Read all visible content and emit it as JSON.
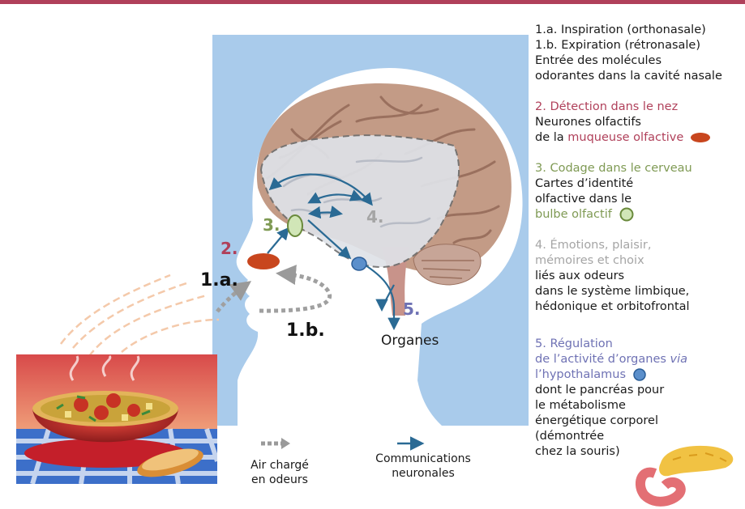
{
  "diagram": {
    "labels": {
      "step_1a": "1.a.",
      "step_1b": "1.b.",
      "step_2": "2.",
      "step_3": "3.",
      "step_4": "4.",
      "step_5": "5.",
      "organs": "Organes"
    },
    "legend": {
      "air_label_line1": "Air chargé",
      "air_label_line2": "en odeurs",
      "comm_label_line1": "Communications",
      "comm_label_line2": "neuronales"
    },
    "colors": {
      "step_2": "#b0405a",
      "step_3": "#7f9a54",
      "step_4": "#a5a5a5",
      "step_5": "#6f72b4",
      "arrow": "#2a6a94",
      "background_panel": "#a9cbeb"
    }
  },
  "sidebar": {
    "s1_line1": "1.a. Inspiration (orthonasale)",
    "s1_line2": "1.b. Expiration (rétronasale)",
    "s1_line3": "Entrée des molécules",
    "s1_line4": "odorantes dans la cavité nasale",
    "s2_title": "2. Détection dans le nez",
    "s2_line1": "Neurones olfactifs",
    "s2_line2_pre": "de la ",
    "s2_line2_em": "muqueuse olfactive",
    "s3_title": "3. Codage dans le cerveau",
    "s3_line1": "Cartes d’identité",
    "s3_line2": "olfactive dans le",
    "s3_line3_em": "bulbe olfactif",
    "s4_title1": "4. Émotions, plaisir,",
    "s4_title2": "mémoires et choix",
    "s4_line1": "liés aux odeurs",
    "s4_line2": "dans le système limbique,",
    "s4_line3": "hédonique et orbitofrontal",
    "s5_title1": "5. Régulation",
    "s5_title2_pre": "de l’activité d’organes ",
    "s5_title2_em": "via",
    "s5_title3": "l’hypothalamus",
    "s5_line1": "dont le pancréas pour",
    "s5_line2": "le métabolisme",
    "s5_line3": "énergétique corporel",
    "s5_line4": "(démontrée",
    "s5_line5": "chez la souris)"
  }
}
